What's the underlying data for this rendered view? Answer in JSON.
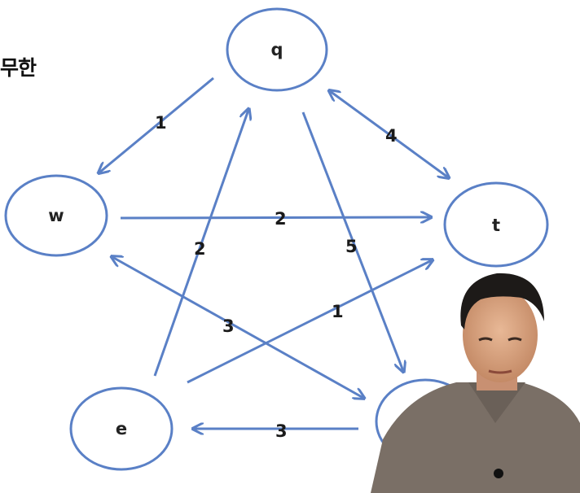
{
  "heading": "무한",
  "colors": {
    "edge": "#5a80c6",
    "node_stroke": "#5a80c6",
    "node_fill": "#ffffff",
    "text": "#222222"
  },
  "nodes": [
    {
      "id": "q",
      "label": "q"
    },
    {
      "id": "w",
      "label": "w"
    },
    {
      "id": "t",
      "label": "t"
    },
    {
      "id": "e",
      "label": "e"
    },
    {
      "id": "r",
      "label": ""
    }
  ],
  "edges": [
    {
      "from": "q",
      "to": "w",
      "weight": "1",
      "direction": "forward"
    },
    {
      "from": "q",
      "to": "t",
      "weight": "4",
      "direction": "both"
    },
    {
      "from": "w",
      "to": "t",
      "weight": "2",
      "direction": "forward"
    },
    {
      "from": "e",
      "to": "q",
      "weight": "2",
      "direction": "forward"
    },
    {
      "from": "q",
      "to": "r",
      "weight": "5",
      "direction": "forward"
    },
    {
      "from": "e",
      "to": "t",
      "weight": "1",
      "direction": "forward"
    },
    {
      "from": "w",
      "to": "r",
      "weight": "3",
      "direction": "both"
    },
    {
      "from": "r",
      "to": "e",
      "weight": "3",
      "direction": "forward"
    }
  ],
  "person_overlay": "presenter"
}
